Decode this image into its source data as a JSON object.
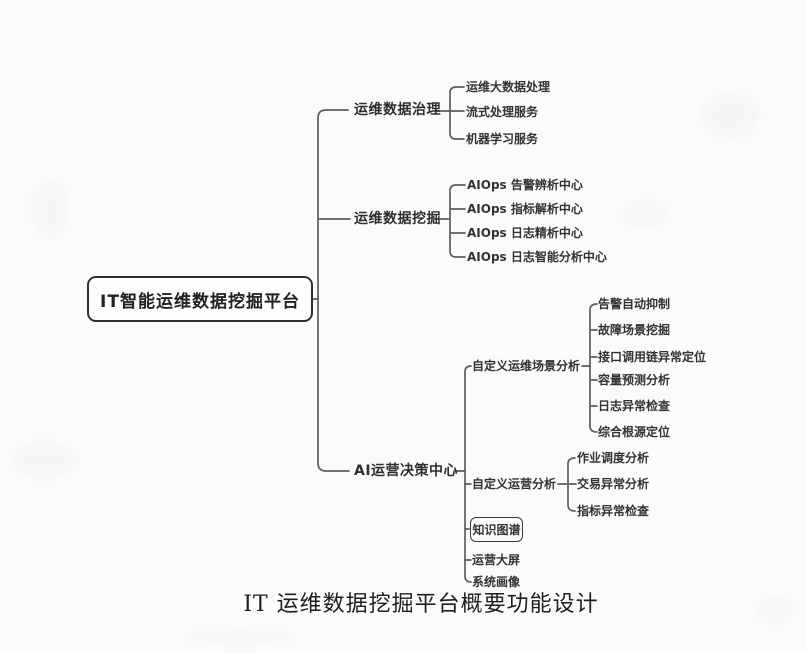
{
  "diagram": {
    "root_label": "IT智能运维数据挖掘平台",
    "caption": "IT 运维数据挖掘平台概要功能设计",
    "branches": [
      {
        "label": "运维数据治理",
        "children": [
          {
            "label": "运维大数据处理"
          },
          {
            "label": "流式处理服务"
          },
          {
            "label": "机器学习服务"
          }
        ]
      },
      {
        "label": "运维数据挖掘",
        "children": [
          {
            "label": "AIOps 告警辨析中心"
          },
          {
            "label": "AIOps 指标解析中心"
          },
          {
            "label": "AIOps 日志精析中心"
          },
          {
            "label": "AIOps 日志智能分析中心"
          }
        ]
      },
      {
        "label": "AI运营决策中心",
        "children": [
          {
            "label": "自定义运维场景分析",
            "children": [
              {
                "label": "告警自动抑制"
              },
              {
                "label": "故障场景挖掘"
              },
              {
                "label": "接口调用链异常定位"
              },
              {
                "label": "容量预测分析"
              },
              {
                "label": "日志异常检查"
              },
              {
                "label": "综合根源定位"
              }
            ]
          },
          {
            "label": "自定义运营分析",
            "children": [
              {
                "label": "作业调度分析"
              },
              {
                "label": "交易异常分析"
              },
              {
                "label": "指标异常检查"
              }
            ]
          },
          {
            "label": "知识图谱",
            "highlighted": true
          },
          {
            "label": "运营大屏"
          },
          {
            "label": "系统画像"
          }
        ]
      }
    ],
    "colors": {
      "line": "#5e5e5e",
      "text": "#333333",
      "paper": "#fcfbf9",
      "root_border": "#2f2f2f"
    }
  }
}
